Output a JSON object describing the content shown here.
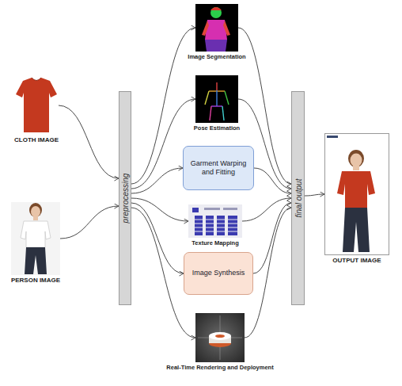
{
  "diagram": {
    "nodes": [
      {
        "text": [
          "CLOTH IMAGE"
        ]
      },
      {
        "text": [
          "PERSON IMAGE"
        ]
      },
      {
        "text": [
          "preprocessing"
        ]
      },
      {
        "text": [
          "Image Segmentation"
        ]
      },
      {
        "text": [
          "Pose Estimation"
        ]
      },
      {
        "text": [
          "Garment Warping and Fitting"
        ]
      },
      {
        "text": [
          "Texture Mapping"
        ]
      },
      {
        "text": [
          "Image Synthesis"
        ]
      },
      {
        "text": [
          "Real-Time Rendering and Deployment"
        ]
      },
      {
        "text": [
          "final output"
        ]
      },
      {
        "text": [
          "OUTPUT IMAGE"
        ]
      }
    ],
    "edges": [
      {
        "from": 0,
        "to": 2,
        "arrow": "to"
      },
      {
        "from": 1,
        "to": 2,
        "arrow": "to"
      },
      {
        "from": 2,
        "to": 3,
        "arrow": "to"
      },
      {
        "from": 2,
        "to": 4,
        "arrow": "to"
      },
      {
        "from": 2,
        "to": 5,
        "arrow": "to"
      },
      {
        "from": 2,
        "to": 6,
        "arrow": "to"
      },
      {
        "from": 2,
        "to": 7,
        "arrow": "to"
      },
      {
        "from": 2,
        "to": 8,
        "arrow": "to"
      },
      {
        "from": 3,
        "to": 9,
        "arrow": "to"
      },
      {
        "from": 4,
        "to": 9,
        "arrow": "to"
      },
      {
        "from": 5,
        "to": 9,
        "arrow": "to"
      },
      {
        "from": 6,
        "to": 9,
        "arrow": "to"
      },
      {
        "from": 7,
        "to": 9,
        "arrow": "to"
      },
      {
        "from": 8,
        "to": 9,
        "arrow": "to"
      },
      {
        "from": 9,
        "to": 10,
        "arrow": "to"
      }
    ]
  }
}
